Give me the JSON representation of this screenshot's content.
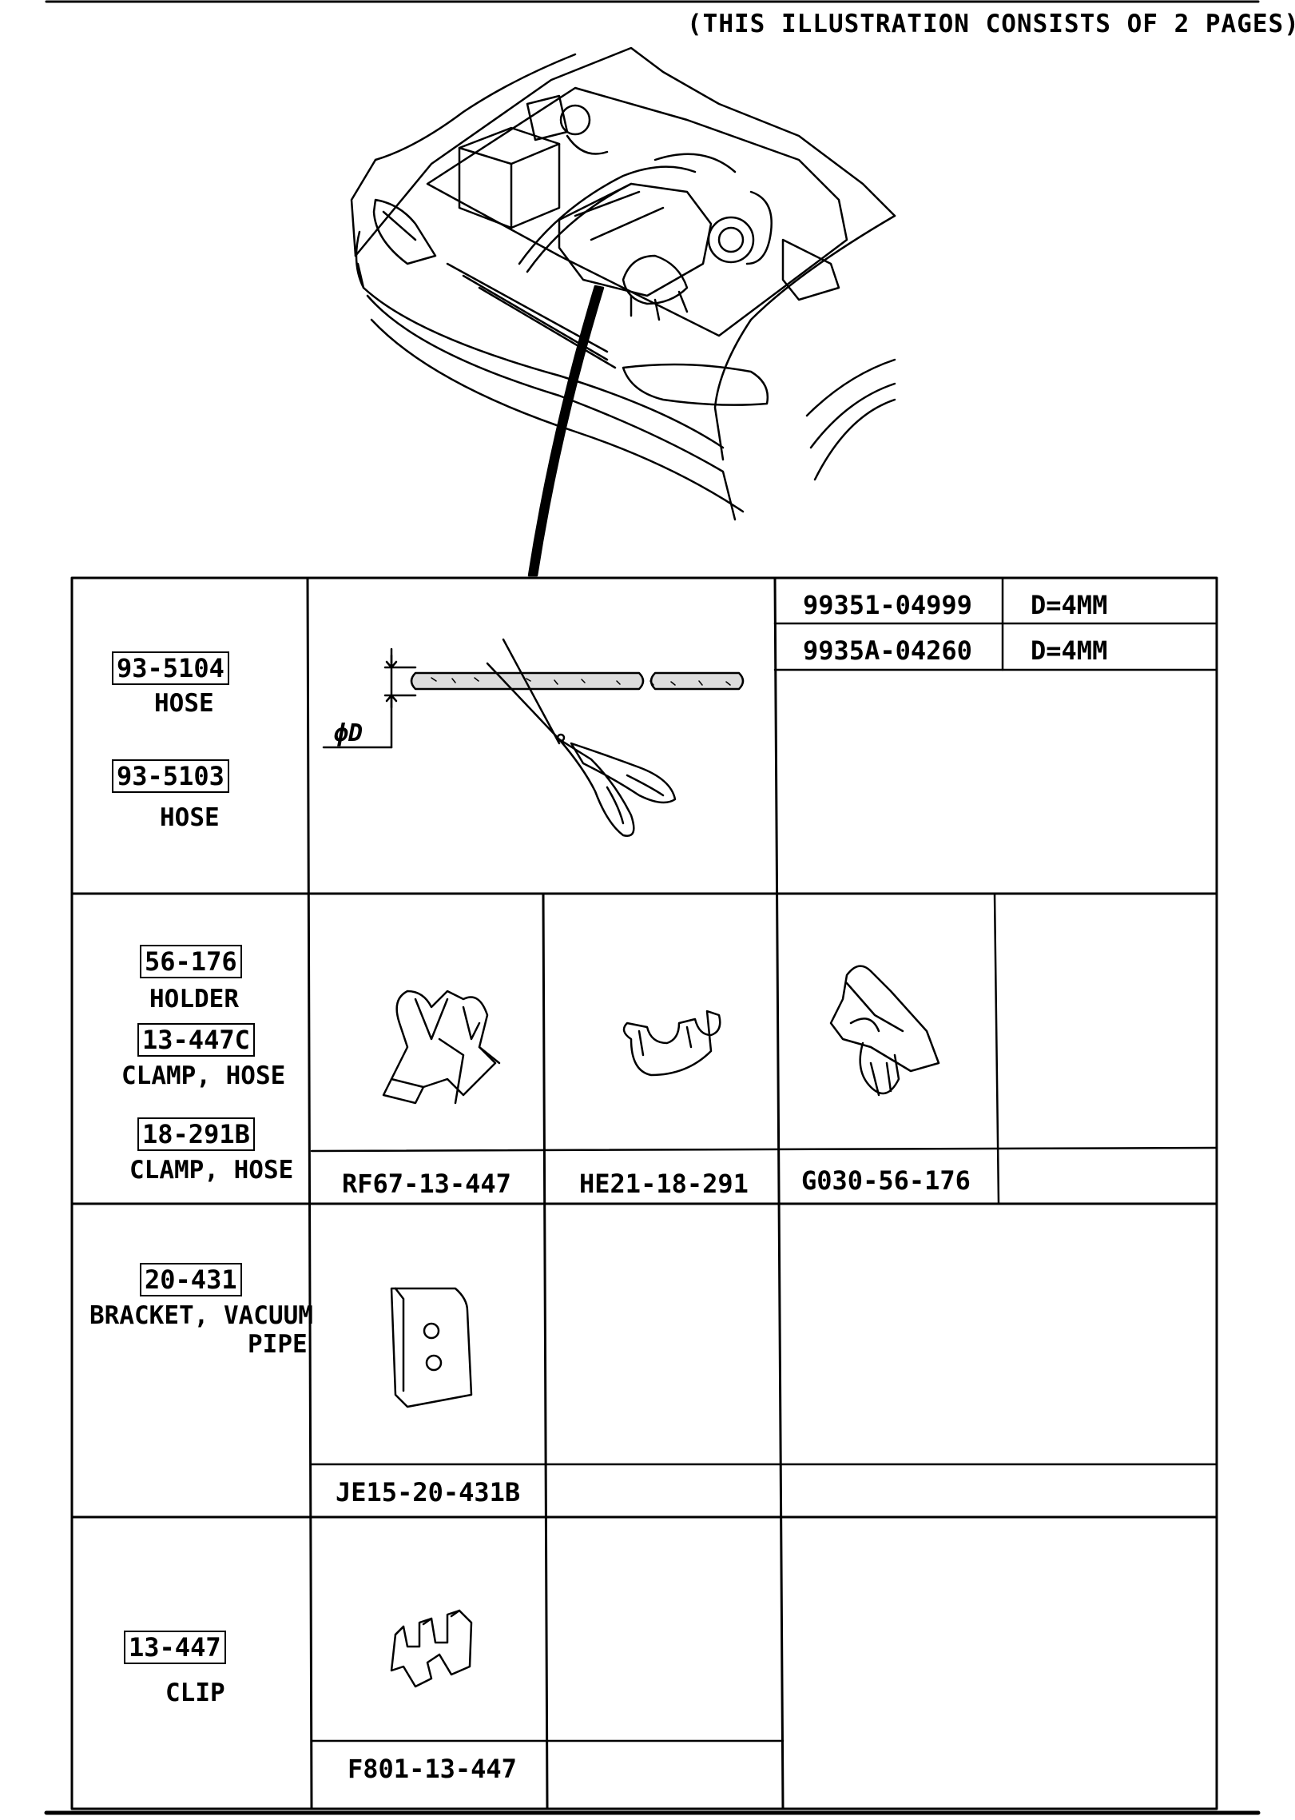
{
  "header": {
    "note": "(THIS ILLUSTRATION CONSISTS OF  2 PAGES)"
  },
  "groups": {
    "hose": {
      "parts": [
        {
          "ref": "93-5104",
          "name": "HOSE"
        },
        {
          "ref": "93-5103",
          "name": "HOSE"
        }
      ],
      "dimension_symbol": "ϕD",
      "table": [
        {
          "part_no": "99351-04999",
          "spec": "D=4MM"
        },
        {
          "part_no": "9935A-04260",
          "spec": "D=4MM"
        }
      ]
    },
    "holder": {
      "parts": [
        {
          "ref": "56-176",
          "name": "HOLDER"
        },
        {
          "ref": "13-447C",
          "name": "CLAMP, HOSE"
        },
        {
          "ref": "18-291B",
          "name": "CLAMP, HOSE"
        }
      ],
      "part_numbers": [
        "RF67-13-447",
        "HE21-18-291",
        "G030-56-176"
      ]
    },
    "bracket": {
      "parts": [
        {
          "ref": "20-431",
          "name_line1": "BRACKET, VACUUM",
          "name_line2": "PIPE"
        }
      ],
      "part_numbers": [
        "JE15-20-431B"
      ]
    },
    "clip": {
      "parts": [
        {
          "ref": "13-447",
          "name": "CLIP"
        }
      ],
      "part_numbers": [
        "F801-13-447"
      ]
    }
  }
}
